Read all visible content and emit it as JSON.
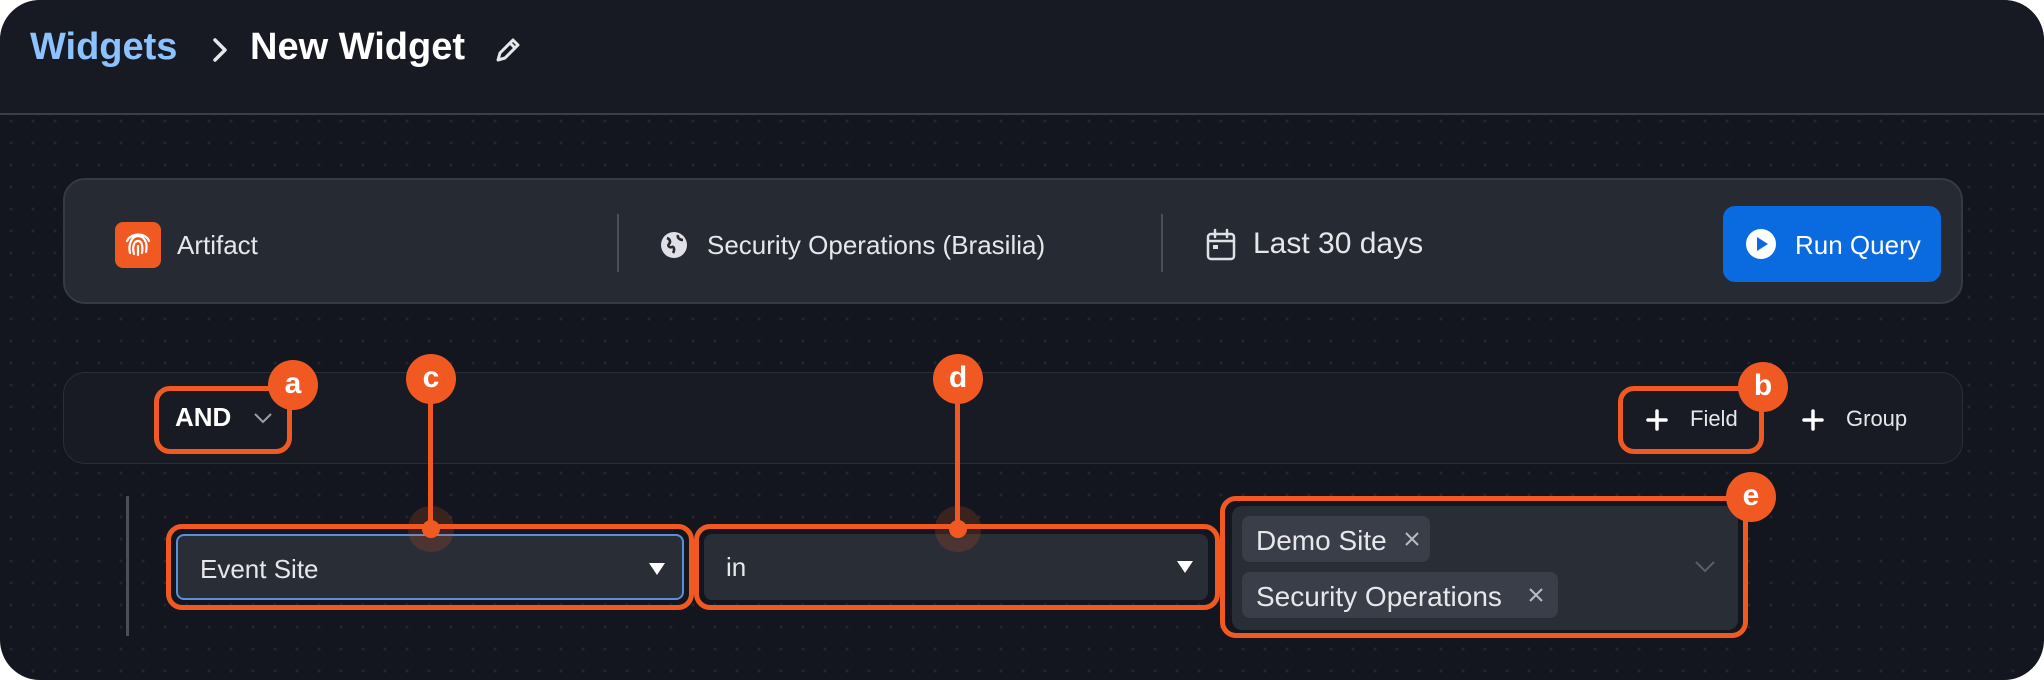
{
  "header": {
    "breadcrumb_parent": "Widgets",
    "title": "New Widget"
  },
  "query_bar": {
    "source": "Artifact",
    "site": "Security Operations (Brasilia)",
    "date_range": "Last 30 days",
    "run_label": "Run Query"
  },
  "filter_group": {
    "operator": "AND",
    "add_field_label": "Field",
    "add_group_label": "Group"
  },
  "condition": {
    "field": "Event Site",
    "operator": "in",
    "values": [
      "Demo Site",
      "Security Operations"
    ]
  },
  "callouts": {
    "a": "a",
    "b": "b",
    "c": "c",
    "d": "d",
    "e": "e"
  },
  "colors": {
    "accent": "#f05a22",
    "primary_button": "#0a6ae0",
    "link": "#8cc3ff"
  }
}
